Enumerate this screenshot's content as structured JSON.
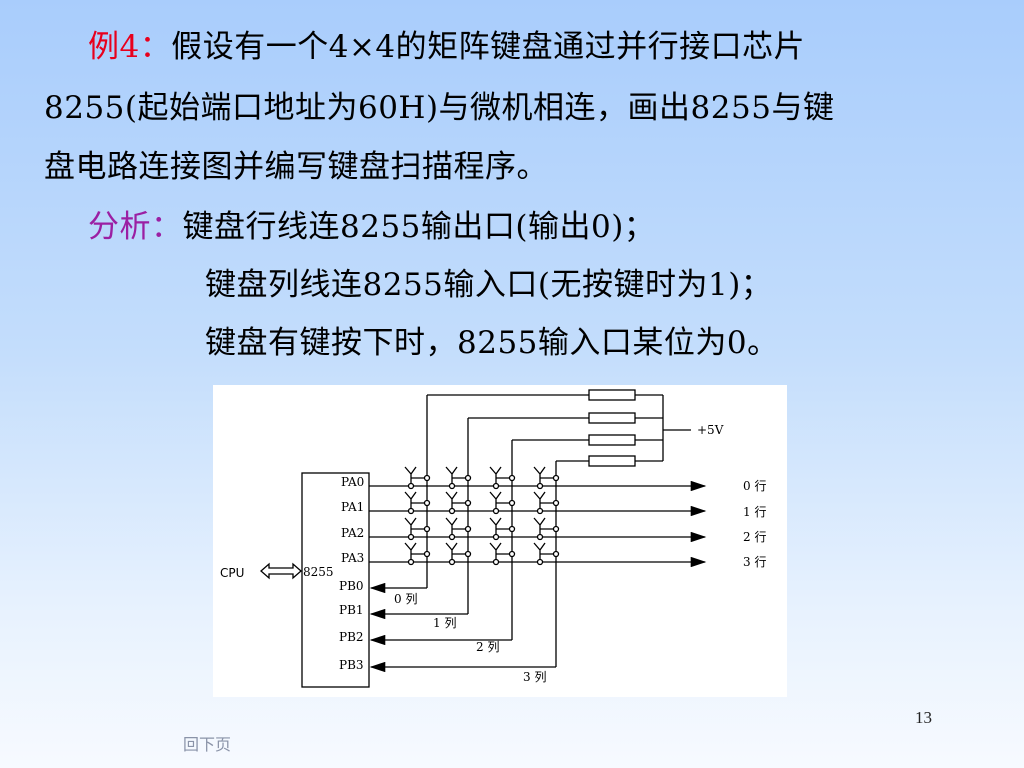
{
  "problem": {
    "label": "例4：",
    "line1": "假设有一个4×4的矩阵键盘通过并行接口芯片",
    "line2": "8255(起始端口地址为60H)与微机相连，画出8255与键",
    "line3": "盘电路连接图并编写键盘扫描程序。"
  },
  "analysis": {
    "label": "分析：",
    "line1": "键盘行线连8255输出口(输出0)；",
    "line2": "键盘列线连8255输入口(无按键时为1)；",
    "line3": "键盘有键按下时，8255输入口某位为0。"
  },
  "diagram": {
    "cpu_label": "CPU",
    "chip_label": "8255",
    "pa_ports": [
      "PA0",
      "PA1",
      "PA2",
      "PA3"
    ],
    "pb_ports": [
      "PB0",
      "PB1",
      "PB2",
      "PB3"
    ],
    "supply_label": "+5V",
    "row_labels": [
      "0 行",
      "1 行",
      "2 行",
      "3 行"
    ],
    "col_labels": [
      "0 列",
      "1 列",
      "2 列",
      "3 列"
    ]
  },
  "footer": {
    "page_number": "13",
    "back_link": "回下页"
  }
}
